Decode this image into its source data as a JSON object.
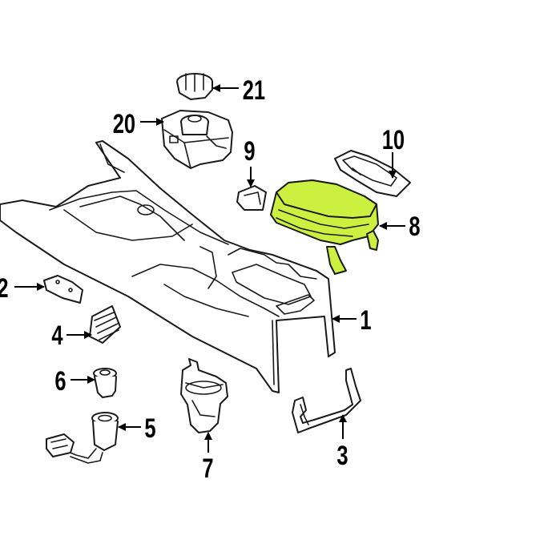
{
  "colors": {
    "highlight": "#ccf040",
    "outline": "#1a1a1a",
    "background": "#ffffff"
  },
  "callouts": [
    {
      "id": "1",
      "label": "1"
    },
    {
      "id": "2",
      "label": "2"
    },
    {
      "id": "3",
      "label": "3"
    },
    {
      "id": "4",
      "label": "4"
    },
    {
      "id": "5",
      "label": "5"
    },
    {
      "id": "6",
      "label": "6"
    },
    {
      "id": "7",
      "label": "7"
    },
    {
      "id": "8",
      "label": "8"
    },
    {
      "id": "9",
      "label": "9"
    },
    {
      "id": "10",
      "label": "10"
    },
    {
      "id": "20",
      "label": "20"
    },
    {
      "id": "21",
      "label": "21"
    }
  ],
  "highlighted_part": "8"
}
